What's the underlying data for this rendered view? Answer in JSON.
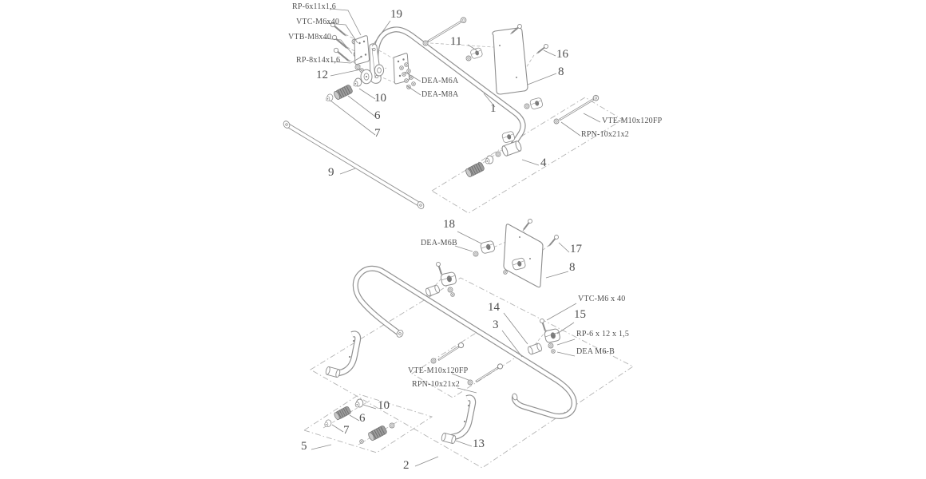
{
  "colors": {
    "line": "#8d8d8d",
    "dash": "#b3b3b3",
    "text": "#4f4f4f",
    "metal_fill": "#9d9d9d",
    "background": "#ffffff"
  },
  "callouts": {
    "c1": "1",
    "c2": "2",
    "c3": "3",
    "c4": "4",
    "c5": "5",
    "c6_top": "6",
    "c6_bot": "6",
    "c7_top": "7",
    "c7_bot": "7",
    "c8_top": "8",
    "c8_mid": "8",
    "c9": "9",
    "c10_top": "10",
    "c10_bot": "10",
    "c11": "11",
    "c12": "12",
    "c13": "13",
    "c14": "14",
    "c15": "15",
    "c16": "16",
    "c17": "17",
    "c18": "18",
    "c19": "19"
  },
  "part_codes": {
    "rp_6x11x1_6": "RP-6x11x1,6",
    "vtc_m6x40": "VTC-M6x40",
    "vtb_m8x40": "VTB-M8x40",
    "rp_8x14x1_6": "RP-8x14x1,6",
    "dea_m6a": "DEA-M6A",
    "dea_m8a": "DEA-M8A",
    "vte_m10x120fp_top": "VTE-M10x120FP",
    "rpn_10x21x2_top": "RPN-10x21x2",
    "dea_m6b": "DEA-M6B",
    "vtc_m6_x_40": "VTC-M6 x 40",
    "rp_6_x_12_x_1_5": "RP-6 x 12 x 1,5",
    "dea_m6_b": "DEA M6-B",
    "vte_m10x120fp_bottom": "VTE-M10x120FP",
    "rpn_10x21x2_bottom": "RPN-10x21x2"
  }
}
